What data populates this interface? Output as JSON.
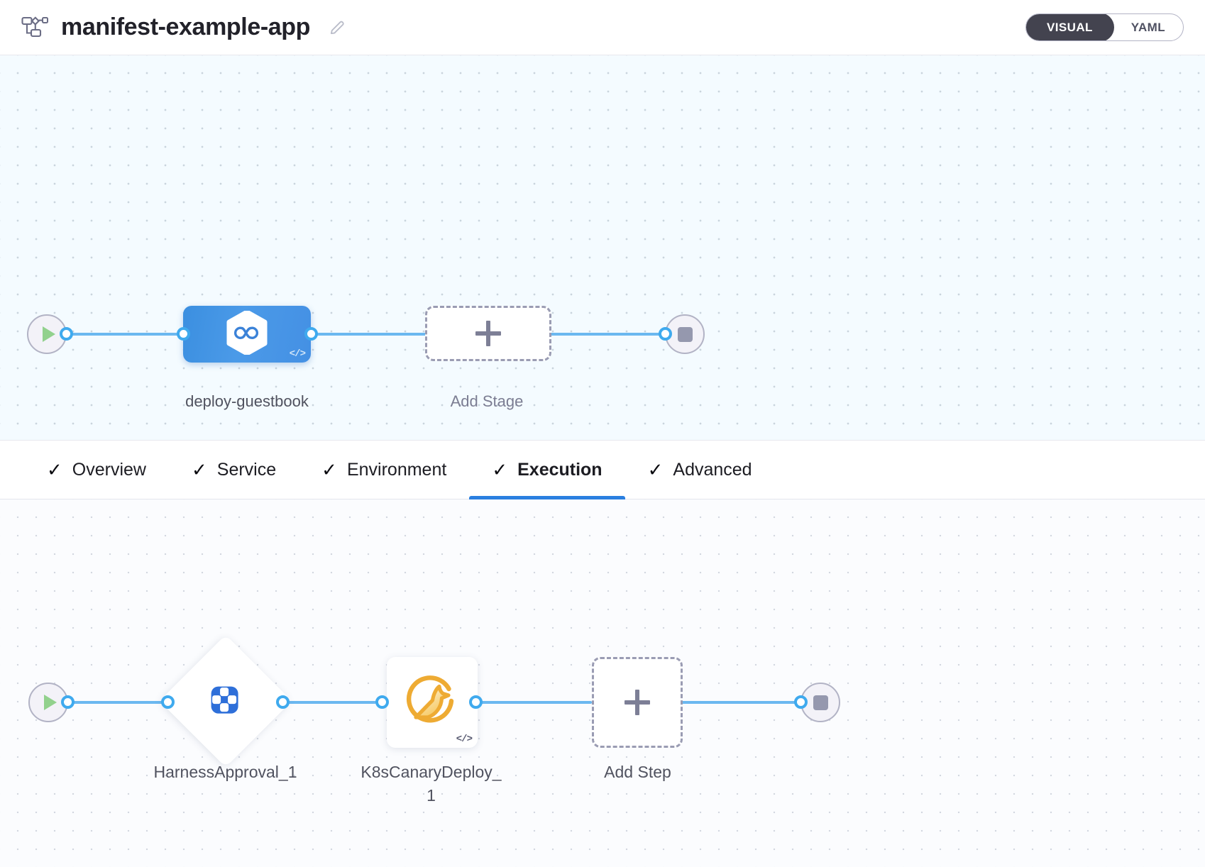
{
  "header": {
    "pipeline_icon": "pipeline-flow-icon",
    "title": "manifest-example-app",
    "edit_icon": "pencil-edit-icon",
    "view_toggle": {
      "options": [
        {
          "label": "VISUAL",
          "active": true
        },
        {
          "label": "YAML",
          "active": false
        }
      ],
      "active_bg": "#43434f",
      "border_color": "#b2b3c5"
    }
  },
  "stage_canvas": {
    "background": "#f4fbff",
    "start_node": {
      "icon": "play-triangle-icon",
      "color": "#92d18d"
    },
    "end_node": {
      "icon": "stop-square-icon",
      "color": "#9598ae"
    },
    "stages": [
      {
        "label": "deploy-guestbook",
        "icon": "harness-cd-infinity-icon",
        "code_badge": "</>",
        "gradient_from": "#3b8fe0",
        "gradient_to": "#4490e4"
      }
    ],
    "add_stage": {
      "label": "Add Stage",
      "icon": "plus-icon"
    },
    "connector_color": "#6bb8f0"
  },
  "tabs": [
    {
      "label": "Overview",
      "check": "✓",
      "active": false
    },
    {
      "label": "Service",
      "check": "✓",
      "active": false
    },
    {
      "label": "Environment",
      "check": "✓",
      "active": false
    },
    {
      "label": "Execution",
      "check": "✓",
      "active": true
    },
    {
      "label": "Advanced",
      "check": "✓",
      "active": false
    }
  ],
  "tab_accent": "#2a7fe0",
  "execution_canvas": {
    "background": "#fbfcfe",
    "start_node": {
      "icon": "play-triangle-icon",
      "color": "#92d18d"
    },
    "end_node": {
      "icon": "stop-square-icon",
      "color": "#9598ae"
    },
    "steps": [
      {
        "label": "HarnessApproval_1",
        "shape": "diamond",
        "icon": "harness-approval-icon",
        "icon_color": "#2e6fd9",
        "code_badge": ""
      },
      {
        "label": "K8sCanaryDeploy_1",
        "shape": "square",
        "icon": "kubernetes-canary-bird-icon",
        "icon_color": "#eeab33",
        "code_badge": "</>"
      }
    ],
    "add_step": {
      "label": "Add Step",
      "icon": "plus-icon"
    },
    "connector_color": "#6bb8f0"
  }
}
